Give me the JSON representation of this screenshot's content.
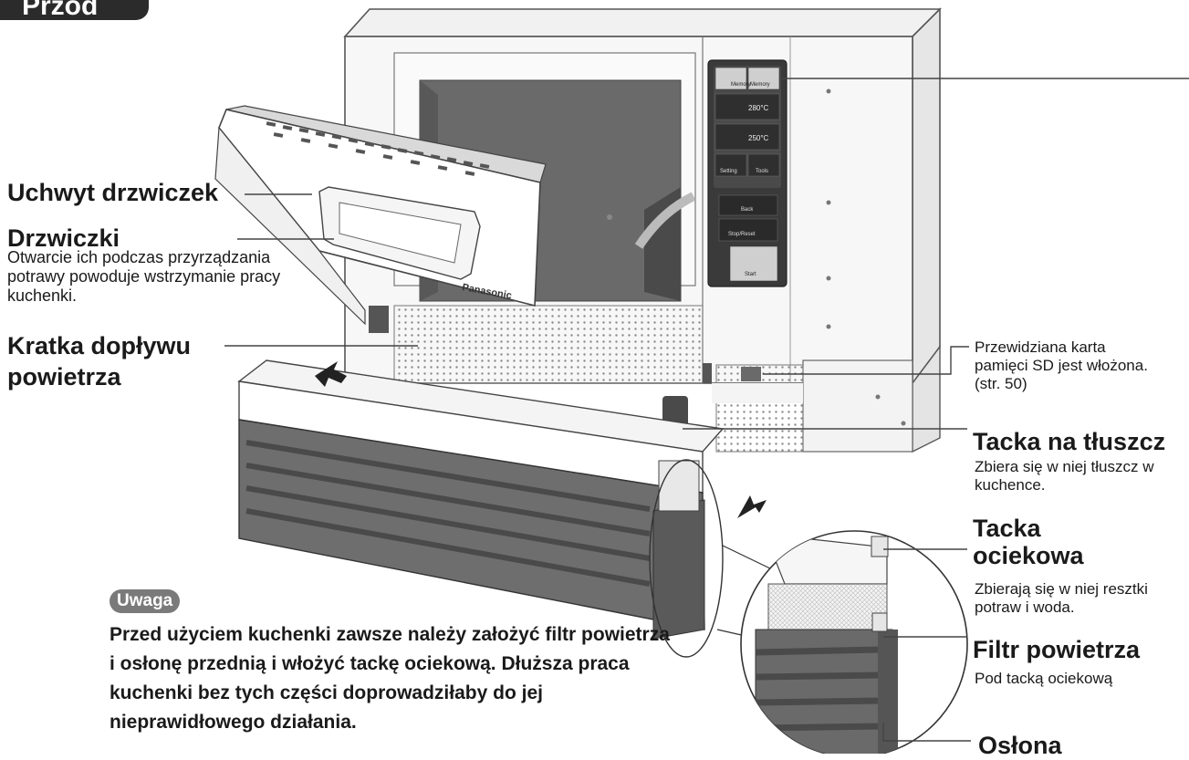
{
  "header": {
    "badge_label": "Przód"
  },
  "labels_left": {
    "door_handle": "Uchwyt drzwiczek",
    "door_title": "Drzwiczki",
    "door_desc": "Otwarcie ich podczas przyrządzania potrawy powoduje wstrzymanie pracy kuchenki.",
    "air_intake_line1": "Kratka dopływu",
    "air_intake_line2": "powietrza"
  },
  "labels_right": {
    "sd_card_desc": "Przewidziana karta pamięci SD jest włożona. (str. 50)",
    "grease_tray_title": "Tacka na tłuszcz",
    "grease_tray_desc": "Zbiera się w niej tłuszcz w kuchence.",
    "drip_tray_title_line1": "Tacka",
    "drip_tray_title_line2": "ociekowa",
    "drip_tray_desc": "Zbierają się w niej resztki potraw i woda.",
    "air_filter_title": "Filtr powietrza",
    "air_filter_desc": "Pod tacką ociekową",
    "front_cover_title": "Osłona"
  },
  "control_panel": {
    "btn1": "Memory",
    "btn2": "Memory",
    "temp1": "280°C",
    "temp2": "250°C",
    "btn_setting": "Setting",
    "btn_tools": "Tools",
    "btn_back": "Back",
    "btn_stop": "Stop/Reset",
    "btn_start": "Start"
  },
  "door_brand": "Panasonic",
  "note": {
    "label": "Uwaga",
    "text": "Przed użyciem kuchenki zawsze należy założyć filtr powietrza i osłonę przednią i włożyć tackę ociekową. Dłuższa praca kuchenki bez tych części doprowadziłaby do jej nieprawidłowego działania."
  },
  "colors": {
    "ink": "#1a1a1a",
    "badge": "#2b2b2b",
    "panel": "#3a3a3a",
    "note_pill": "#7a7a7a"
  }
}
